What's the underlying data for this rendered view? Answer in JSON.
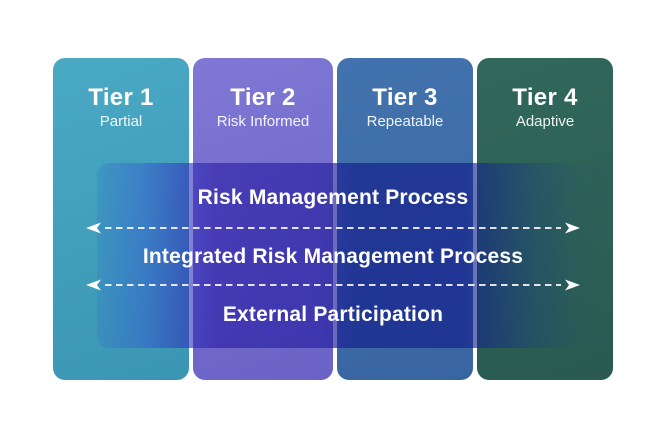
{
  "diagram": {
    "background_color": "#ffffff",
    "text_color": "#ffffff"
  },
  "tiers": [
    {
      "title": "Tier 1",
      "subtitle": "Partial",
      "color_top": "#4aa9c5",
      "color_bottom": "#3a96b2"
    },
    {
      "title": "Tier 2",
      "subtitle": "Risk Informed",
      "color_top": "#8078d4",
      "color_bottom": "#6a62c6"
    },
    {
      "title": "Tier 3",
      "subtitle": "Repeatable",
      "color_top": "#4373ae",
      "color_bottom": "#38659f"
    },
    {
      "title": "Tier 4",
      "subtitle": "Adaptive",
      "color_top": "#31685b",
      "color_bottom": "#2a5a50"
    }
  ],
  "band": {
    "overlay_color": "#2a2596",
    "labels": [
      "Risk Management Process",
      "Integrated Risk Management Process",
      "External Participation"
    ],
    "arrow_color": "#ffffff"
  }
}
